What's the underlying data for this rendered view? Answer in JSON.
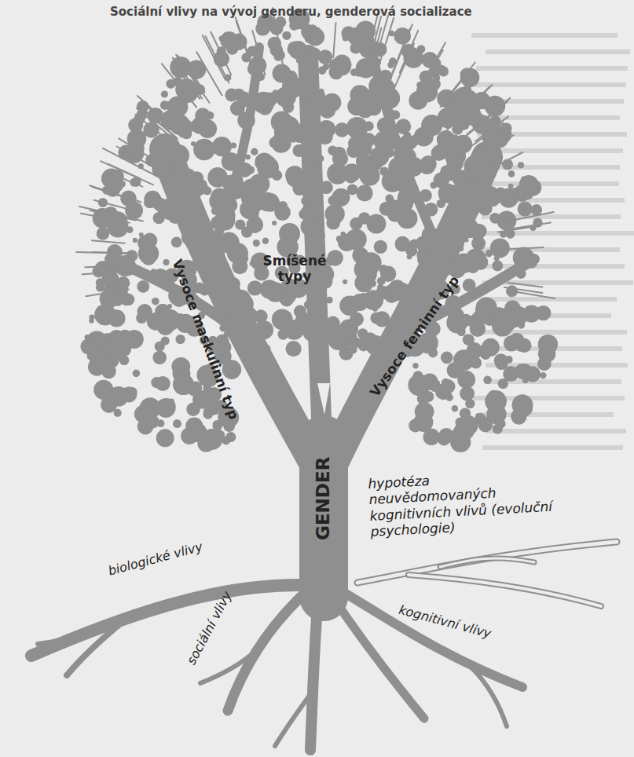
{
  "diagram": {
    "title": "Sociální vlivy na vývoj genderu, genderová socializace",
    "labels": [
      "Smíšené typy",
      "Vysoce maskulinní typ",
      "Vysoce feminní typ",
      "GENDER",
      "hypotéza neuvědomovaných kognitivních vlivů (evoluční psychologie)",
      "biologické vlivy",
      "sociální vlivy",
      "kognitivní vlivy"
    ]
  }
}
